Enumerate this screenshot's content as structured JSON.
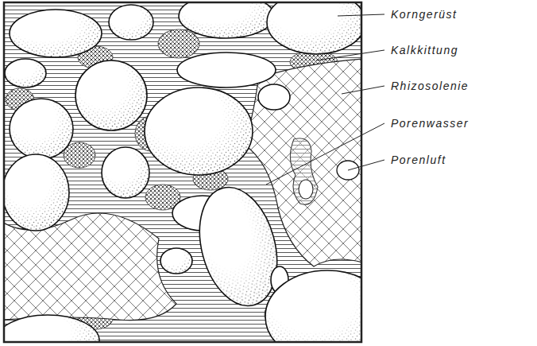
{
  "diagram": {
    "labels": [
      "Korngerüst",
      "Kalkkittung",
      "Rhizosolenie",
      "Porenwasser",
      "Porenluft"
    ]
  }
}
